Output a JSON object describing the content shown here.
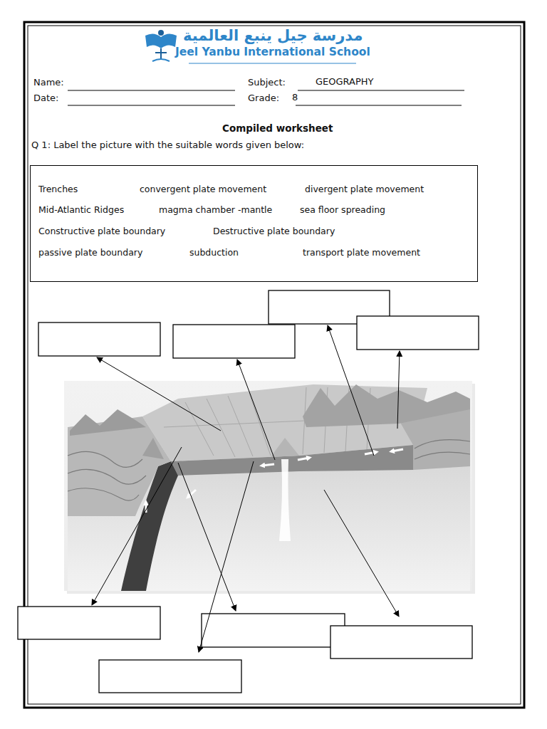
{
  "diagram": {
    "title": "Compiled worksheet",
    "nodes": [
      {
        "text": [
          "Trenches",
          "convergent plate movement",
          "divergent plate movement",
          "Mid-Atlantic Ridges",
          "magma chamber -mantle",
          "sea floor spreading",
          "Constructive plate boundary",
          "Destructive plate boundary",
          "passive plate boundary",
          "subduction",
          "transport plate movement"
        ]
      }
    ],
    "labels": [
      "مدرسة جيل ينبع العالمية",
      "Jeel Yanbu International School",
      "Name:",
      "Subject:",
      "GEOGRAPHY",
      "Date:",
      "Grade:",
      "8",
      "Q 1: Label the picture with the suitable words given below:"
    ]
  }
}
